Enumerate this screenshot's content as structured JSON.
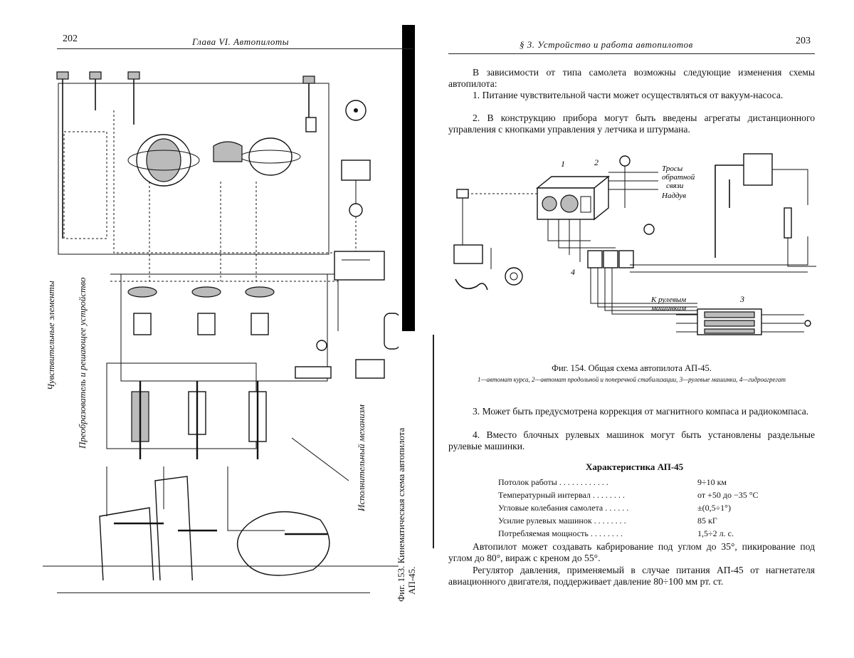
{
  "left_page": {
    "page_number": "202",
    "running_head": "Глава VI. Автопилоты",
    "side_labels": {
      "sensitive": "Чувствительные элементы",
      "converter": "Преобразователь и решающее устройство",
      "actuator": "Исполнительный механизм"
    },
    "figure_caption_line1": "Фиг. 153. Кинематическая схема автопилота",
    "figure_caption_line2": "АП-45."
  },
  "right_page": {
    "page_number": "203",
    "running_head": "§ 3. Устройство и работа автопилотов",
    "intro": "В зависимости от типа самолета возможны следующие изменения схемы автопилота:",
    "item1": "1. Питание чувствительной части может осуществляться от вакуум-насоса.",
    "item2": "2. В конструкцию прибора могут быть введены агрегаты дистанционного управления с кнопками управления у летчика и штурмана.",
    "figure_labels": {
      "n1": "1",
      "n2": "2",
      "n3": "3",
      "n4": "4",
      "cables_l1": "Тросы",
      "cables_l2": "обратной",
      "cables_l3": "связи",
      "boost": "Наддув",
      "to_rudder_l1": "К рулевым",
      "to_rudder_l2": "машинкам"
    },
    "figure_caption": "Фиг. 154. Общая схема автопилота АП-45.",
    "figure_legend": "1—автомат курса, 2—автомат продольной и поперечной стабилизации, 3—рулевые машинки, 4—гидроагрегат",
    "item3": "3. Может быть предусмотрена коррекция от магнитного компаса и радиокомпаса.",
    "item4": "4. Вместо блочных рулевых машинок могут быть установлены раздельные рулевые машинки.",
    "specs_title": "Характеристика АП-45",
    "specs": [
      {
        "label": "Потолок работы . . . . . . . . . . . .",
        "value": "9÷10 км"
      },
      {
        "label": "Температурный интервал . . . . . . . .",
        "value": "от +50 до −35 °C"
      },
      {
        "label": "Угловые колебания самолета . . . . . .",
        "value": "±(0,5÷1°)"
      },
      {
        "label": "Усилие рулевых машинок . . . . . . . .",
        "value": "85 кГ"
      },
      {
        "label": "Потребляемая мощность . . . . . . . .",
        "value": "1,5÷2 л. с."
      }
    ],
    "para_dive": "Автопилот может создавать кабрирование под углом до 35°, пикирование под углом до 80°, вираж с креном до 55°.",
    "para_regulator": "Регулятор давления, применяемый в случае питания АП-45 от нагнетателя авиационного двигателя, поддерживает давление 80÷100 мм рт. ст."
  }
}
